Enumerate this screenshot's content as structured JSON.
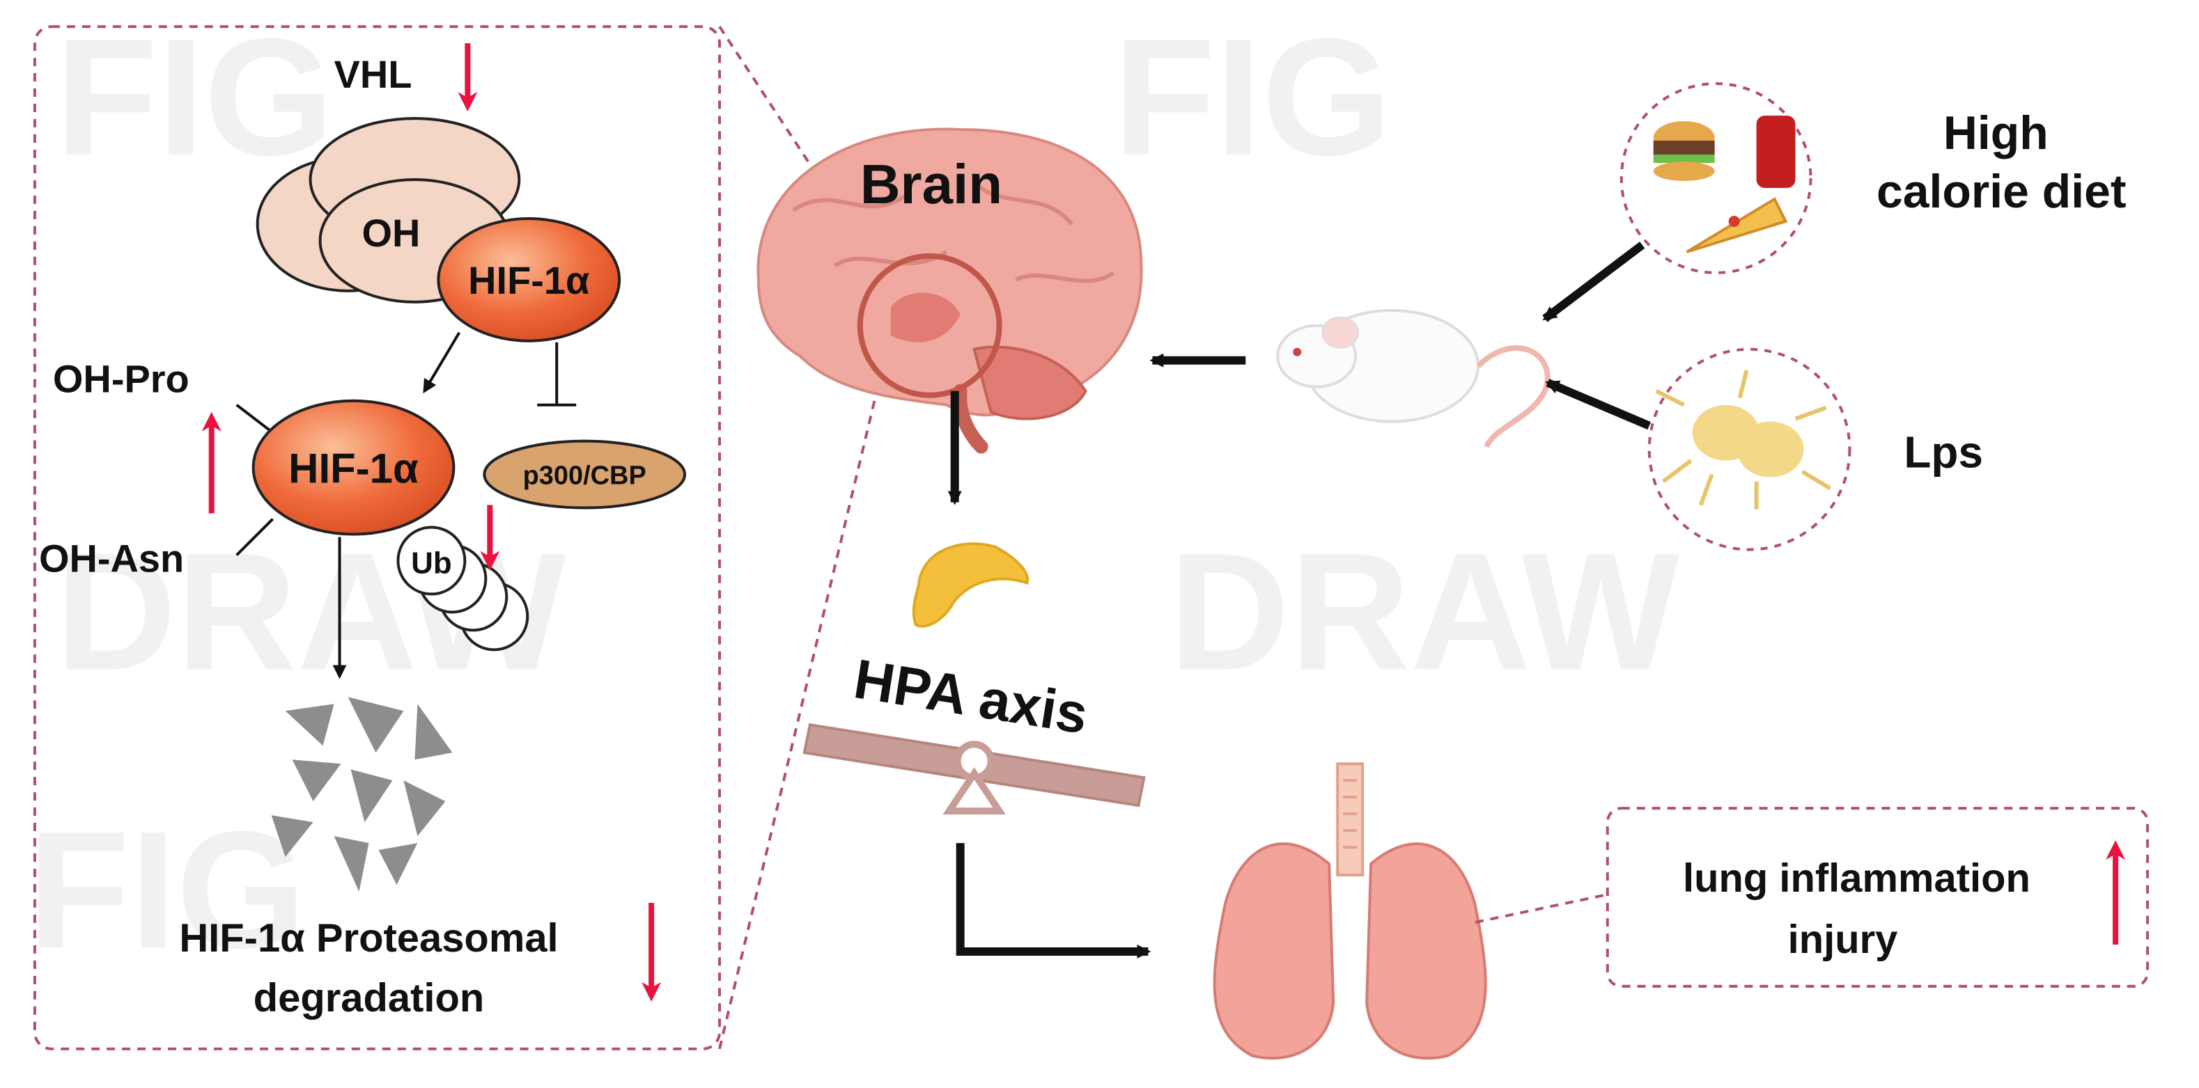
{
  "labels": {
    "vhl": "VHL",
    "oh": "OH",
    "hif_top": "HIF-1α",
    "oh_pro": "OH-Pro",
    "hif_mid": "HIF-1α",
    "p300": "p300/CBP",
    "oh_asn": "OH-Asn",
    "ub": "Ub",
    "degradation_line1": "HIF-1α Proteasomal",
    "degradation_line2": "degradation",
    "brain": "Brain",
    "hpa": "HPA axis",
    "diet_line1": "High",
    "diet_line2": "calorie diet",
    "lps": "Lps",
    "injury_line1": "lung inflammation",
    "injury_line2": "injury"
  },
  "watermark": [
    "FIG",
    "DRAW"
  ],
  "colors": {
    "dashed_border": "#b0506a",
    "up_down_arrow": "#e8123c",
    "hif_fill": "#ef6a3a",
    "p300_fill": "#d9a36e",
    "proteasome_fill": "#f3d6c5",
    "lung": "#f2a39a",
    "brain": "#f0a9a0",
    "seesaw": "#c99d97"
  },
  "icons": [
    "brain-icon",
    "mouse-icon",
    "food-icon",
    "bacteria-icon",
    "lung-icon",
    "adrenal-icon",
    "seesaw-icon",
    "fragments-icon"
  ]
}
